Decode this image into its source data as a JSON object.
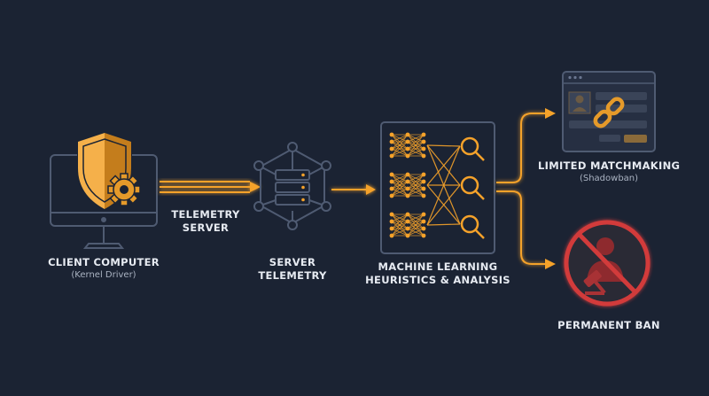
{
  "labels": {
    "client_title": "CLIENT COMPUTER",
    "client_subtitle": "(Kernel Driver)",
    "telemetry_line1": "TELEMETRY",
    "telemetry_line2": "SERVER",
    "server_line1": "SERVER",
    "server_line2": "TELEMETRY",
    "ml_line1": "MACHINE LEARNING",
    "ml_line2": "HEURISTICS & ANALYSIS",
    "limited_title": "LIMITED MATCHMAKING",
    "limited_subtitle": "(Shadowban)",
    "ban_title": "PERMANENT BAN"
  },
  "colors": {
    "background": "#1b2333",
    "line": "#4f5b72",
    "accent": "#f5a22a",
    "danger": "#d23b3b",
    "text": "#e7ebf2"
  },
  "icons": {
    "client": "monitor-shield-gear-icon",
    "server": "server-network-icon",
    "ml": "neural-network-magnifier-icon",
    "limited": "window-broken-link-icon",
    "ban": "banned-user-gavel-icon"
  }
}
